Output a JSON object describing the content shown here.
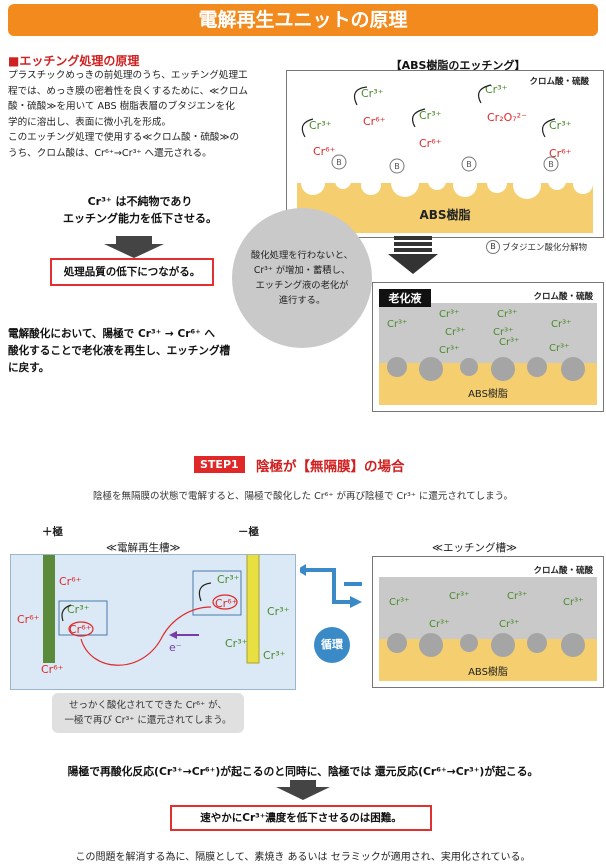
{
  "banner": "電解再生ユニットの原理",
  "section1": {
    "title": "■エッチング処理の原理",
    "para1": [
      "プラスチックめっきの前処理のうち、エッチング処理工",
      "程では、めっき膜の密着性を良くするために、≪クロム",
      "酸・硫酸≫を用いて ABS 樹脂表層のブタジエンを化",
      "学的に溶出し、表面に微小孔を形成。"
    ],
    "para2": [
      "このエッチング処理で使用する≪クロム酸・硫酸≫の",
      "うち、クロム酸は、Cr⁶⁺→Cr³⁺ へ還元される。"
    ],
    "impurity": [
      "Cr³⁺ は不純物であり",
      "エッチング能力を低下させる。"
    ],
    "quality_box": "処理品質の低下につながる。",
    "conclusion": [
      "電解酸化において、陽極で Cr³⁺ → Cr⁶⁺ へ",
      "酸化することで老化液を再生し、エッチング槽",
      "に戻す。"
    ]
  },
  "panel_top": {
    "title": "【ABS樹脂のエッチング】",
    "liquid": "クロム酸・硫酸",
    "resin": "ABS樹脂",
    "species": {
      "cr3": "Cr³⁺",
      "cr6": "Cr⁶⁺",
      "dichromate": "Cr₂O₇²⁻",
      "b": "B"
    },
    "legend": "ブタジエン酸化分解物"
  },
  "bubble_text": [
    "酸化処理を行わないと、",
    "Cr³⁺ が増加・蓄積し、",
    "エッチング液の老化が",
    "進行する。"
  ],
  "panel_aged": {
    "tag": "老化液",
    "liquid": "クロム酸・硫酸",
    "resin": "ABS樹脂",
    "cr3": "Cr³⁺"
  },
  "step1": {
    "badge": "STEP1",
    "title": "陰極が【無隔膜】の場合",
    "desc": "陰極を無隔膜の状態で電解すると、陽極で酸化した Cr⁶⁺ が再び陰極で Cr³⁺ に還元されてしまう。",
    "anode": "＋極",
    "cathode": "－極",
    "cell_label": "≪電解再生槽≫",
    "etch_label": "≪エッチング槽≫",
    "electron": "e⁻",
    "circulation": "循環",
    "etch_liquid": "クロム酸・硫酸",
    "etch_resin": "ABS樹脂",
    "note": [
      "せっかく酸化されてできた Cr⁶⁺ が、",
      "一極で再び Cr³⁺ に還元されてしまう。"
    ]
  },
  "bottom": {
    "statement": "陽極で再酸化反応(Cr³⁺→Cr⁶⁺)が起こるのと同時に、陰極では 還元反応(Cr⁶⁺→Cr³⁺)が起こる。",
    "difficulty_box": "速やかにCr³⁺濃度を低下させるのは困難。",
    "final": "この問題を解消する為に、隔膜として、素焼き あるいは セラミックが適用され、実用化されている。"
  },
  "colors": {
    "orange": "#f28a1e",
    "red": "#e02828",
    "green": "#4a8a2a",
    "resin": "#f5cf6f",
    "grey": "#c9c9c9",
    "blue": "#3a8ac8"
  }
}
